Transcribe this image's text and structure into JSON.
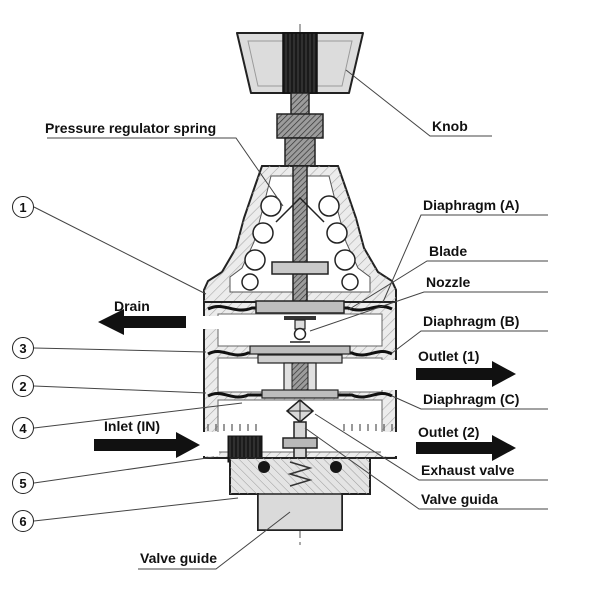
{
  "figure": {
    "labels": {
      "pressure_regulator_spring": "Pressure regulator spring",
      "knob": "Knob",
      "diaphragm_a": "Diaphragm (A)",
      "blade": "Blade",
      "nozzle": "Nozzle",
      "diaphragm_b": "Diaphragm (B)",
      "outlet_1": "Outlet (1)",
      "diaphragm_c": "Diaphragm (C)",
      "outlet_2": "Outlet (2)",
      "exhaust_valve": "Exhaust valve",
      "valve_guida": "Valve guida",
      "drain": "Drain",
      "inlet": "Inlet (IN)",
      "valve_guide": "Valve guide"
    },
    "callouts": [
      "1",
      "3",
      "2",
      "4",
      "5",
      "6"
    ],
    "colors": {
      "line": "#222222",
      "arrow": "#111111",
      "body_fill": "#ececec",
      "background": "#ffffff"
    }
  }
}
